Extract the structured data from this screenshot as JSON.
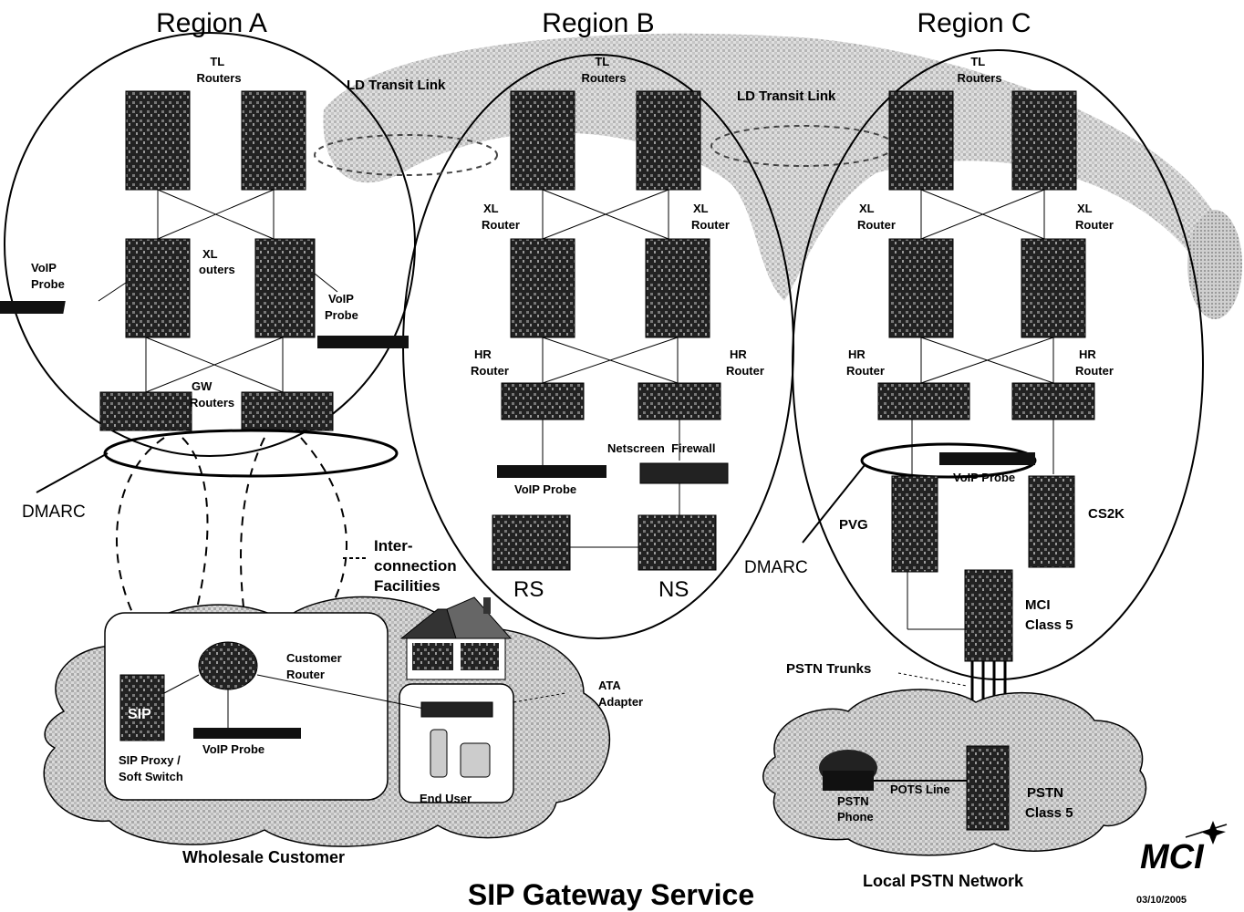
{
  "title": "SIP Gateway Service",
  "date": "03/10/2005",
  "logo": "MCI",
  "regions": {
    "a": {
      "title": "Region A"
    },
    "b": {
      "title": "Region B"
    },
    "c": {
      "title": "Region C"
    }
  },
  "labels": {
    "tl_routers_a": [
      "TL",
      "Routers"
    ],
    "tl_routers_b": [
      "TL",
      "Routers"
    ],
    "tl_routers_c": [
      "TL",
      "Routers"
    ],
    "ld_transit_link_1": "LD Transit Link",
    "ld_transit_link_2": "LD Transit Link",
    "xl_routers_a": [
      "XL",
      "outers"
    ],
    "voip_probe_a_left": [
      "VoIP",
      "Probe"
    ],
    "voip_probe_a_right": [
      "VoIP",
      "Probe"
    ],
    "gw_routers_a": [
      "GW",
      "Routers"
    ],
    "xl_router_b_left": [
      "XL",
      "Router"
    ],
    "xl_router_b_right": [
      "XL",
      "Router"
    ],
    "hr_router_b_left": [
      "HR",
      "Router"
    ],
    "hr_router_b_right": [
      "HR",
      "Router"
    ],
    "netscreen_firewall": "Netscreen  Firewall",
    "voip_probe_b": "VoIP Probe",
    "rs": "RS",
    "ns": "NS",
    "xl_router_c_left": [
      "XL",
      "Router"
    ],
    "xl_router_c_right": [
      "XL",
      "Router"
    ],
    "hr_router_c_left": [
      "HR",
      "Router"
    ],
    "hr_router_c_right": [
      "HR",
      "Router"
    ],
    "voip_probe_c": "VoIP Probe",
    "pvg": "PVG",
    "cs2k": "CS2K",
    "mci_class5": [
      "MCI",
      "Class 5"
    ],
    "dmarc_a": "DMARC",
    "dmarc_c": "DMARC",
    "interconnection": [
      "Inter-",
      "connection",
      "Facilities"
    ],
    "customer_router": [
      "Customer",
      "Router"
    ],
    "sip_proxy": [
      "SIP Proxy /",
      "Soft Switch"
    ],
    "voip_probe_customer": "VoIP Probe",
    "ata_adapter": [
      "ATA",
      "Adapter"
    ],
    "end_user": "End User",
    "wholesale_customer": "Wholesale Customer",
    "pstn_trunks": "PSTN Trunks",
    "pots_line": "POTS Line",
    "pstn_phone": [
      "PSTN",
      "Phone"
    ],
    "pstn_class5": [
      "PSTN",
      "Class 5"
    ],
    "local_pstn_network": "Local PSTN Network"
  }
}
